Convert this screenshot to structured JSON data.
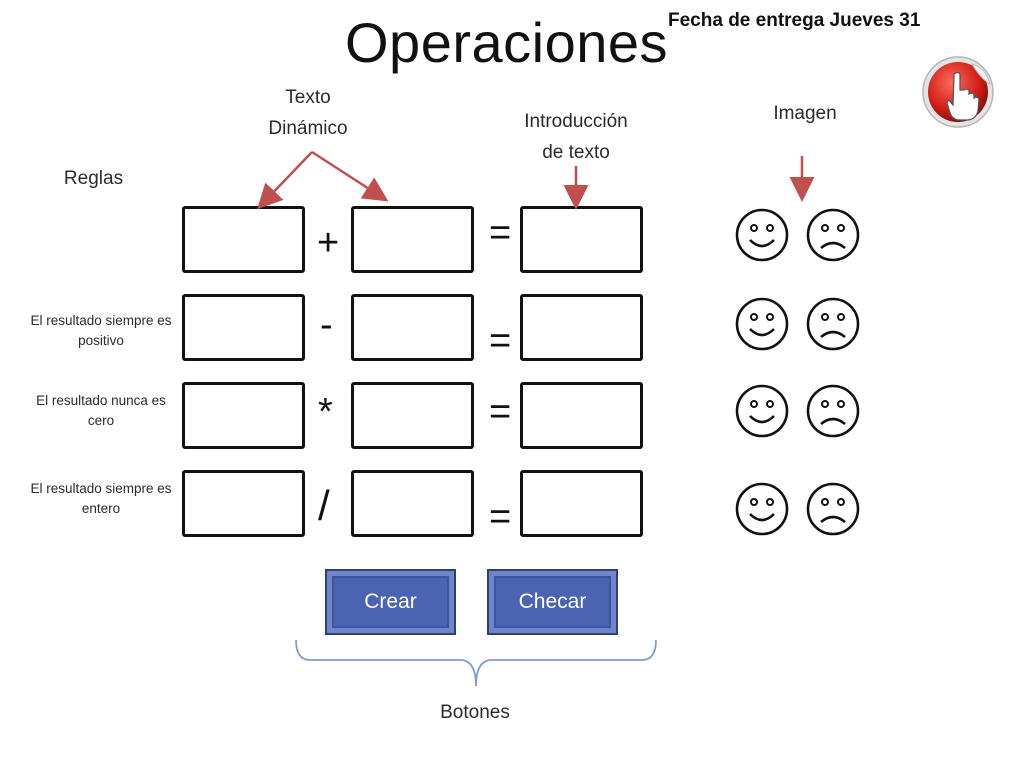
{
  "header": {
    "title": "Operaciones",
    "due_date": "Fecha de entrega Jueves 31"
  },
  "annotations": {
    "texto_dinamico": [
      "Texto",
      "Dinámico"
    ],
    "introduccion": [
      "Introducción",
      "de texto"
    ],
    "imagen": "Imagen",
    "reglas": "Reglas",
    "botones": "Botones"
  },
  "rules": [
    "",
    "El resultado siempre es positivo",
    "El resultado nunca es cero",
    "El resultado siempre es entero"
  ],
  "operations": [
    {
      "symbol": "+",
      "equals": "="
    },
    {
      "symbol": "-",
      "equals": "="
    },
    {
      "symbol": "*",
      "equals": "="
    },
    {
      "symbol": "/",
      "equals": "="
    }
  ],
  "buttons": {
    "crear": "Crear",
    "checar": "Checar"
  },
  "icons": {
    "corner": "pointing-hand-icon",
    "happy": "smiley-happy-icon",
    "sad": "smiley-sad-icon"
  },
  "colors": {
    "arrow": "#c0504d",
    "button": "#4a63b3",
    "brace": "#7f9ccd"
  }
}
